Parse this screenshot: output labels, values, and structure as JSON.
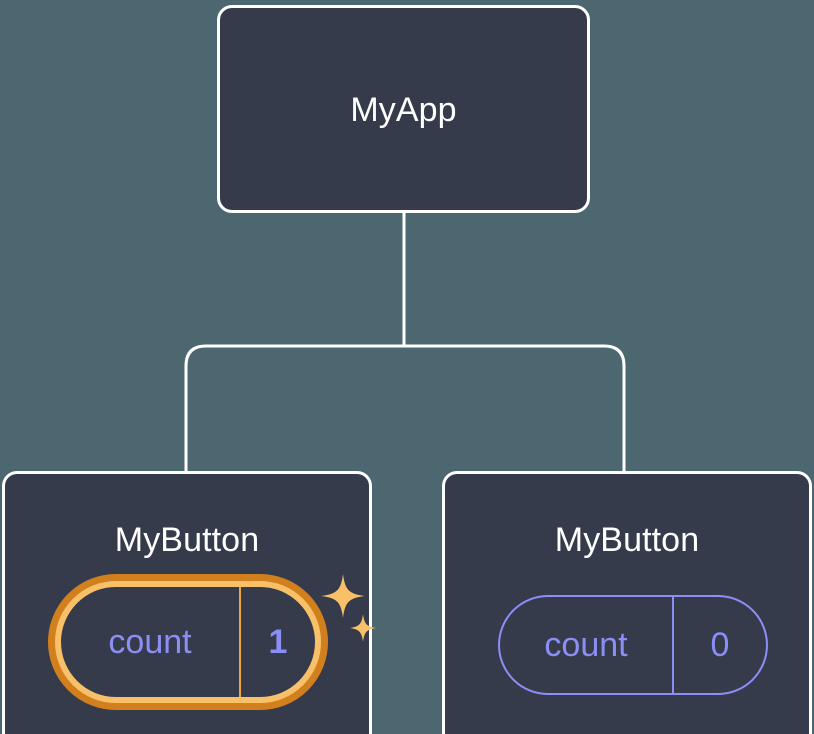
{
  "canvas": {
    "background_color": "#4c6770",
    "card_fill_color": "#353b4a",
    "card_border_color": "#ffffff",
    "edge_color": "#ffffff",
    "state_color": "#8b8ff5",
    "highlight_outer_color": "#d2801e",
    "highlight_inner_color": "#f9c06a",
    "sparkle_color": "#f9c06a"
  },
  "tree": {
    "root": {
      "title": "MyApp"
    },
    "children": [
      {
        "title": "MyButton",
        "state": {
          "key": "count",
          "value": "1"
        },
        "highlighted": "true",
        "sparkle_count": "2"
      },
      {
        "title": "MyButton",
        "state": {
          "key": "count",
          "value": "0"
        },
        "highlighted": "false",
        "sparkle_count": "0"
      }
    ]
  }
}
